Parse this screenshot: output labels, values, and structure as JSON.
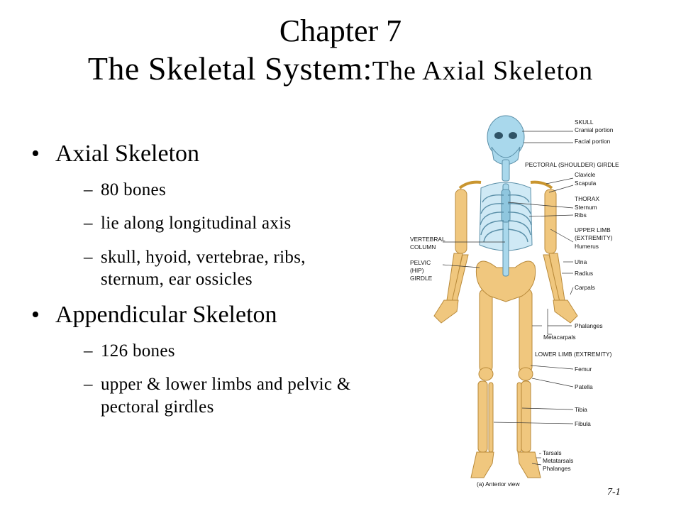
{
  "title": {
    "line1": "Chapter 7",
    "line2_main": "The Skeletal System:",
    "line2_sub": "The Axial Skeleton"
  },
  "bullets": [
    {
      "label": "Axial Skeleton",
      "items": [
        "80 bones",
        "lie along longitudinal axis",
        "skull, hyoid, vertebrae, ribs, sternum, ear ossicles"
      ]
    },
    {
      "label": "Appendicular Skeleton",
      "items": [
        "126 bones",
        "upper & lower limbs and pelvic & pectoral girdles"
      ]
    }
  ],
  "figure": {
    "labels": {
      "skull": "SKULL",
      "cranial": "Cranial portion",
      "facial": "Facial portion",
      "pectoral": "PECTORAL (SHOULDER) GIRDLE",
      "clavicle": "Clavicle",
      "scapula": "Scapula",
      "thorax": "THORAX",
      "sternum": "Sternum",
      "ribs": "Ribs",
      "upper_limb": "UPPER LIMB",
      "extremity": "(EXTREMITY)",
      "humerus": "Humerus",
      "vertebral": "VERTEBRAL",
      "column": "COLUMN",
      "pelvic": "PELVIC",
      "hip": "(HIP)",
      "girdle": "GIRDLE",
      "ulna": "Ulna",
      "radius": "Radius",
      "carpals": "Carpals",
      "phalanges_hand": "Phalanges",
      "metacarpals": "Metacarpals",
      "lower_limb": "LOWER LIMB (EXTREMITY)",
      "femur": "Femur",
      "patella": "Patella",
      "tibia": "Tibia",
      "fibula": "Fibula",
      "tarsals": "Tarsals",
      "metatarsals": "Metatarsals",
      "phalanges_foot": "Phalanges"
    },
    "caption": "(a) Anterior view"
  },
  "slide_number": "7-1",
  "colors": {
    "appendicular": "#f0c77e",
    "axial": "#a9d8ec"
  }
}
